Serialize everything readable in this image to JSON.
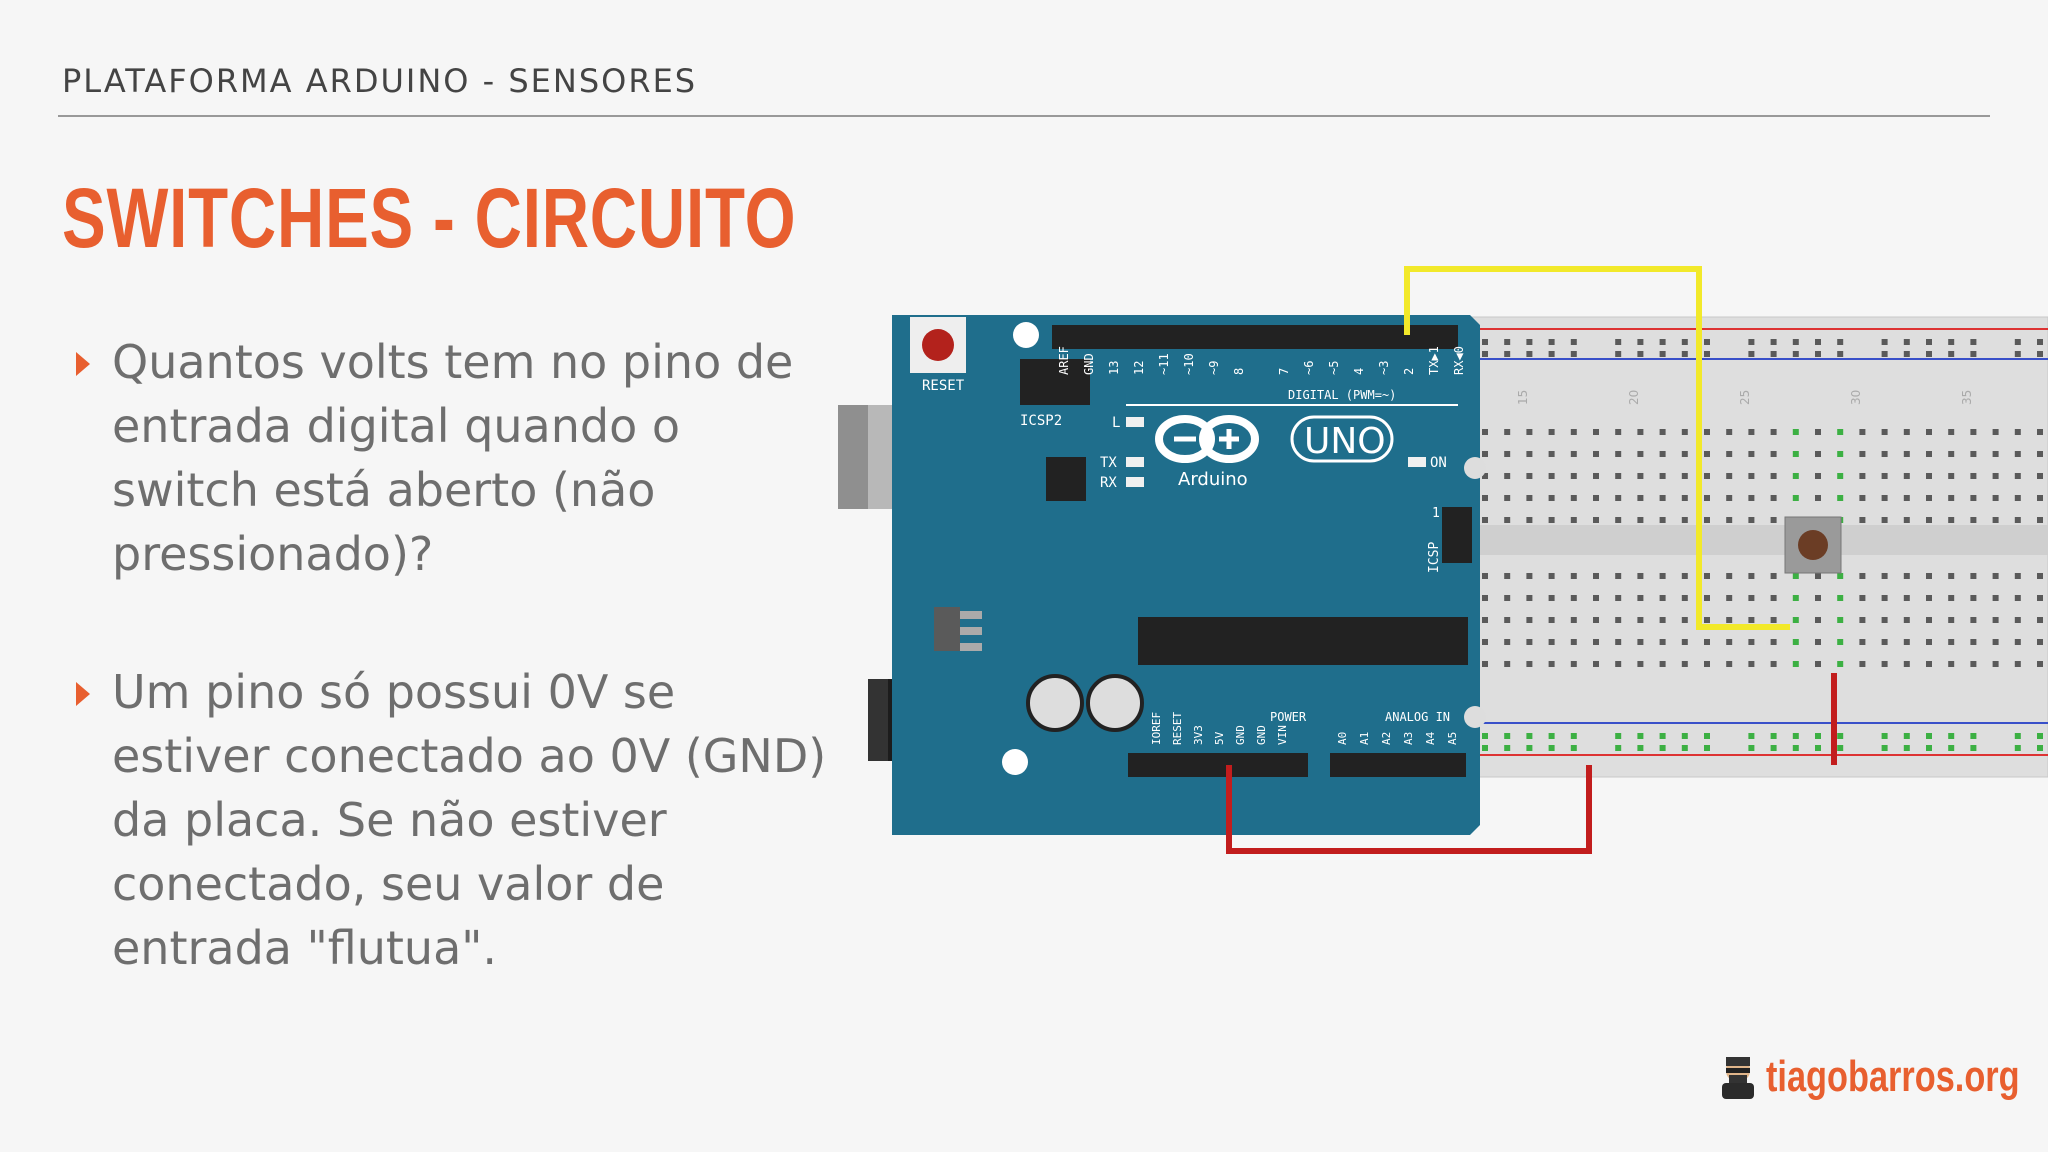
{
  "header": {
    "section": "PLATAFORMA ARDUINO - SENSORES"
  },
  "slide": {
    "title": "SWITCHES - CIRCUITO",
    "bullets": [
      {
        "text": "Quantos volts tem no pino de entrada digital quando o switch está aberto (não pressionado)?"
      },
      {
        "text": "Um pino só possui 0V se estiver conectado ao 0V (GND) da placa. Se não estiver conectado, seu valor de entrada \"flutua\"."
      }
    ]
  },
  "board": {
    "reset_label": "RESET",
    "icsp2_label": "ICSP2",
    "icsp_label": "ICSP",
    "digital_label": "DIGITAL (PWM=~)",
    "logo_text": "Arduino",
    "model": "UNO",
    "on_label": "ON",
    "l_label": "L",
    "tx_label": "TX",
    "rx_label": "RX",
    "power_label": "POWER",
    "analog_label": "ANALOG IN",
    "pin1_label": "1",
    "digital_pins": [
      "AREF",
      "GND",
      "13",
      "12",
      "~11",
      "~10",
      "~9",
      "8",
      "7",
      "~6",
      "~5",
      "4",
      "~3",
      "2",
      "TX▶1",
      "RX◀0"
    ],
    "power_pins": [
      "IOREF",
      "RESET",
      "3V3",
      "5V",
      "GND",
      "GND",
      "VIN"
    ],
    "analog_pins": [
      "A0",
      "A1",
      "A2",
      "A3",
      "A4",
      "A5"
    ]
  },
  "breadboard": {
    "column_numbers": [
      "15",
      "20",
      "25",
      "30",
      "35"
    ]
  },
  "colors": {
    "accent": "#e85f2f",
    "board": "#1f6e8c",
    "wire_signal": "#f2e92a",
    "wire_power": "#c21d1d"
  },
  "brand": {
    "site": "tiagobarros.org",
    "avatar_icon": "avatar-icon"
  }
}
